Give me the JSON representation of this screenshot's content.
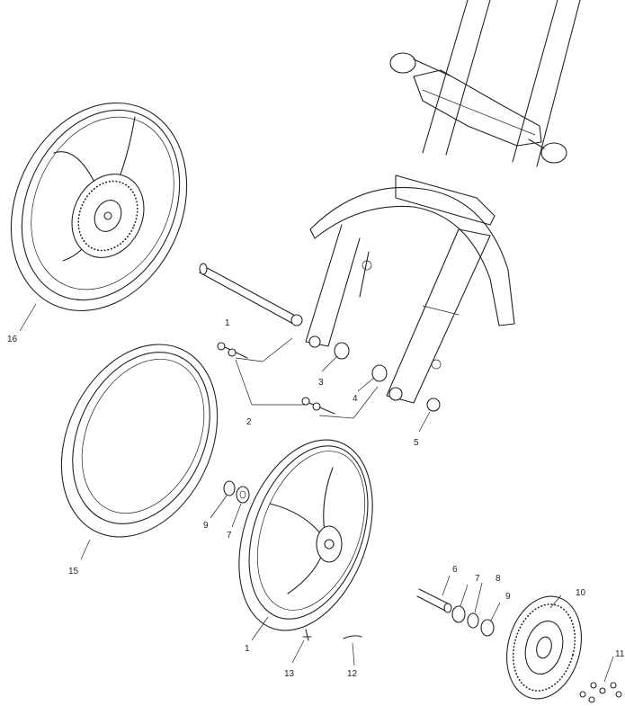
{
  "callouts": [
    {
      "id": "c16",
      "text": "16"
    },
    {
      "id": "c1a",
      "text": "1"
    },
    {
      "id": "c2",
      "text": "2"
    },
    {
      "id": "c3",
      "text": "3"
    },
    {
      "id": "c4",
      "text": "4"
    },
    {
      "id": "c5",
      "text": "5"
    },
    {
      "id": "c15",
      "text": "15"
    },
    {
      "id": "c9a",
      "text": "9"
    },
    {
      "id": "c7a",
      "text": "7"
    },
    {
      "id": "c6",
      "text": "6"
    },
    {
      "id": "c7b",
      "text": "7"
    },
    {
      "id": "c8",
      "text": "8"
    },
    {
      "id": "c9b",
      "text": "9"
    },
    {
      "id": "c10",
      "text": "10"
    },
    {
      "id": "c11",
      "text": "11"
    },
    {
      "id": "c1b",
      "text": "1"
    },
    {
      "id": "c13",
      "text": "13"
    },
    {
      "id": "c12",
      "text": "12"
    }
  ]
}
